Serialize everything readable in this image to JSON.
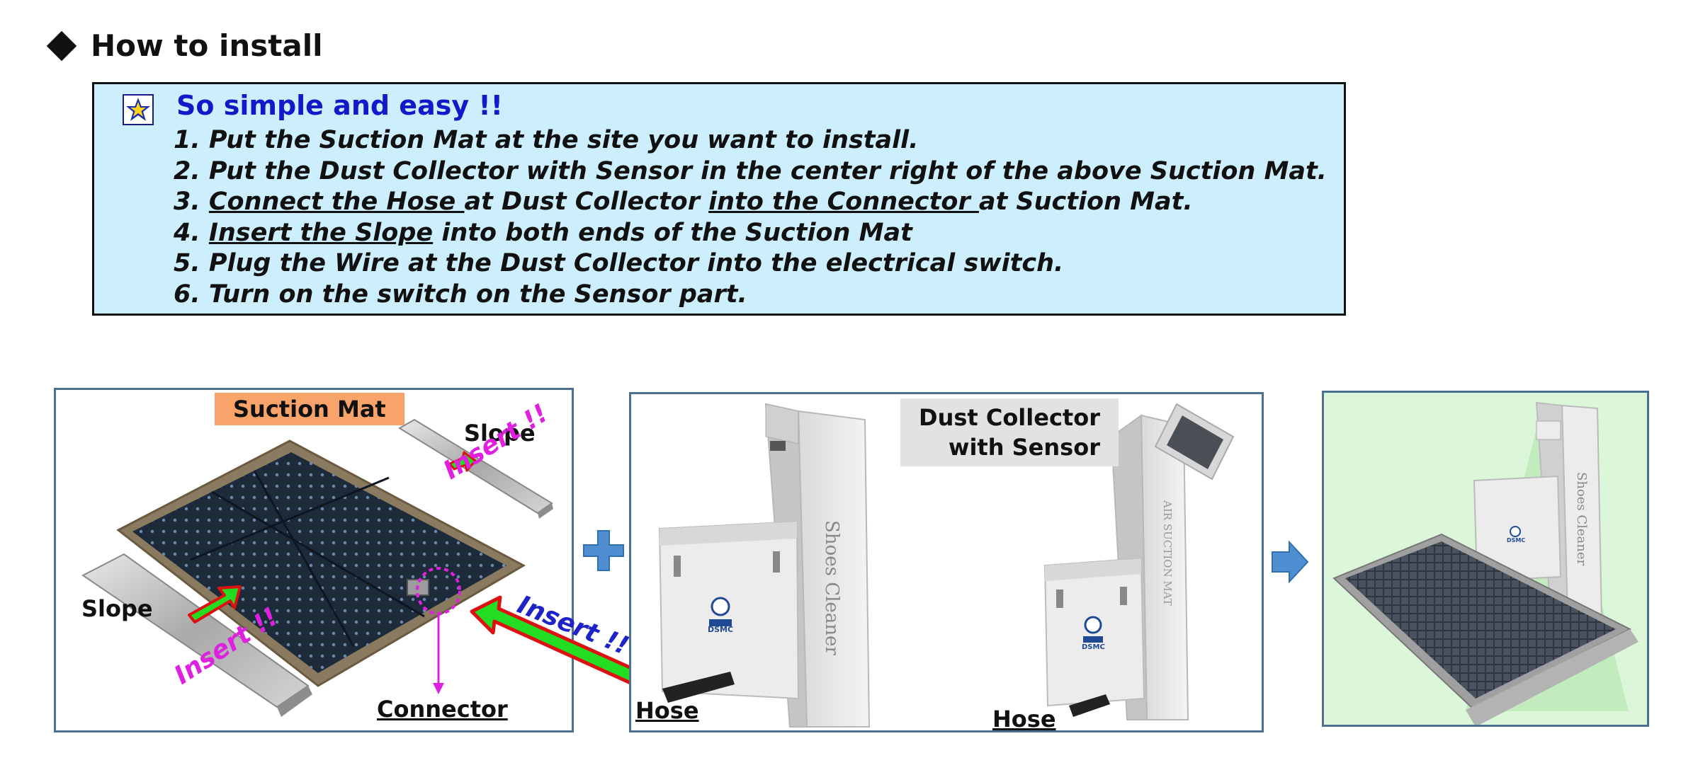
{
  "heading": "How to install",
  "infobox": {
    "tagline": "So simple and easy !!",
    "steps": [
      "1. Put the Suction Mat at the site you want to install.",
      "2. Put the Dust Collector with Sensor in the center right of the above Suction Mat.",
      {
        "p1": "3. ",
        "u1": "Connect the Hose ",
        "p2": "at Dust Collector ",
        "u2": "into the Connector ",
        "p3": "at Suction Mat."
      },
      {
        "p1": "4. ",
        "u1": "Insert the Slope",
        "p2": " into both ends of the Suction Mat"
      },
      "5. Plug the Wire at the Dust Collector into the electrical switch.",
      "6. Turn on the switch on the Sensor part."
    ]
  },
  "panel1": {
    "title": "Suction Mat",
    "slope_top": "Slope",
    "slope_left": "Slope",
    "insert_top": "Insert !!",
    "insert_left": "Insert !!",
    "connector": "Connector"
  },
  "panel2": {
    "title_line1": "Dust Collector",
    "title_line2": "with Sensor",
    "hose_left": "Hose",
    "hose_right": "Hose",
    "insert": "Insert !!",
    "cabinet_text": "Shoes Cleaner",
    "unit2_text": "AIR SUCTION MAT",
    "brand": "DSMC"
  },
  "panel3": {
    "cabinet_text": "Shoes Cleaner",
    "brand": "DSMC"
  },
  "colors": {
    "infobox_bg": "#cdeefc",
    "tagline": "#1518c8",
    "insert_magenta": "#e020e0",
    "insert_blue": "#1e23c8",
    "arrow_green": "#22dd22",
    "arrow_red": "#dd1111",
    "suction_label_bg": "#f8a36a",
    "dust_label_bg": "#e2e2e2",
    "plus_blue": "#4f8fd1"
  }
}
